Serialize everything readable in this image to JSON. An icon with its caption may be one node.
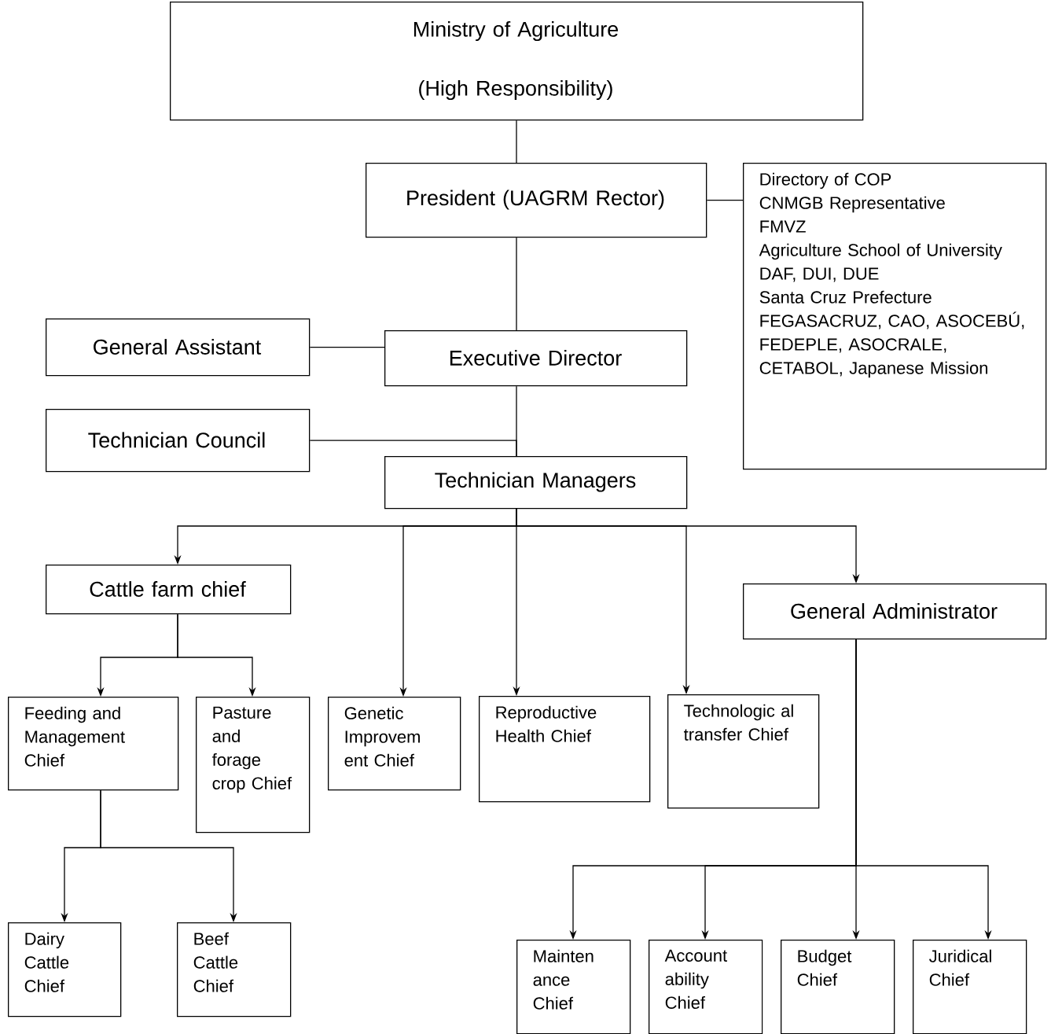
{
  "diagram": {
    "nodes": [
      {
        "text": [
          "Ministry of Agriculture",
          "(High Responsibility)"
        ]
      },
      {
        "text": [
          "President (UAGRM Rector)"
        ]
      },
      {
        "text": [
          "Directory of COP",
          "CNMGB Representative",
          "FMVZ",
          "Agriculture School of University",
          "DAF, DUI, DUE",
          "Santa Cruz Prefecture",
          "FEGASACRUZ, CAO, ASOCEBÚ, FEDEPLE, ASOCRALE, CETABOL, Japanese Mission"
        ]
      },
      {
        "text": [
          "General Assistant"
        ]
      },
      {
        "text": [
          "Executive Director"
        ]
      },
      {
        "text": [
          "Technician Council"
        ]
      },
      {
        "text": [
          "Technician Managers"
        ]
      },
      {
        "text": [
          "Cattle farm chief"
        ]
      },
      {
        "text": [
          "General Administrator"
        ]
      },
      {
        "text": [
          "Feeding and Management Chief"
        ]
      },
      {
        "text": [
          "Pasture and forage crop Chief"
        ]
      },
      {
        "text": [
          "Genetic Improvem ent Chief"
        ]
      },
      {
        "text": [
          "Reproductive Health Chief"
        ]
      },
      {
        "text": [
          "Technologic al transfer Chief"
        ]
      },
      {
        "text": [
          "Dairy Cattle Chief"
        ]
      },
      {
        "text": [
          "Beef Cattle Chief"
        ]
      },
      {
        "text": [
          "Mainten ance Chief"
        ]
      },
      {
        "text": [
          "Account ability Chief"
        ]
      },
      {
        "text": [
          "Budget Chief"
        ]
      },
      {
        "text": [
          "Juridical Chief"
        ]
      }
    ],
    "edges": [
      {
        "from": 0,
        "to": 1,
        "arrow": "none"
      },
      {
        "from": 1,
        "to": 2,
        "arrow": "none"
      },
      {
        "from": 1,
        "to": 4,
        "arrow": "none"
      },
      {
        "from": 3,
        "to": 4,
        "arrow": "none"
      },
      {
        "from": 4,
        "to": 6,
        "arrow": "none"
      },
      {
        "from": 5,
        "to": 6,
        "arrow": "none"
      },
      {
        "from": 6,
        "to": 7,
        "arrow": "to"
      },
      {
        "from": 6,
        "to": 11,
        "arrow": "to"
      },
      {
        "from": 6,
        "to": 12,
        "arrow": "to"
      },
      {
        "from": 6,
        "to": 13,
        "arrow": "to"
      },
      {
        "from": 6,
        "to": 8,
        "arrow": "to"
      },
      {
        "from": 7,
        "to": 9,
        "arrow": "to"
      },
      {
        "from": 7,
        "to": 10,
        "arrow": "to"
      },
      {
        "from": 9,
        "to": 14,
        "arrow": "to"
      },
      {
        "from": 9,
        "to": 15,
        "arrow": "to"
      },
      {
        "from": 8,
        "to": 16,
        "arrow": "to"
      },
      {
        "from": 8,
        "to": 17,
        "arrow": "to"
      },
      {
        "from": 8,
        "to": 18,
        "arrow": "to"
      },
      {
        "from": 8,
        "to": 19,
        "arrow": "to"
      }
    ]
  }
}
